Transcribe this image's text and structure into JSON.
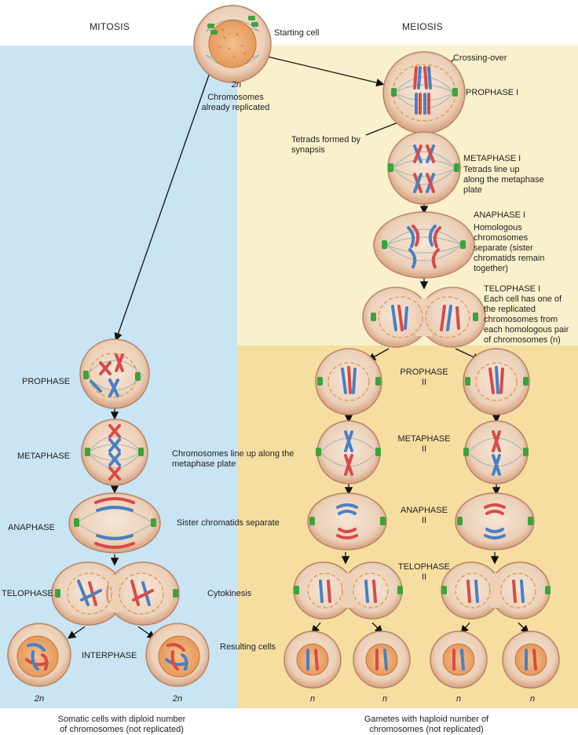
{
  "headers": {
    "mitosis": "MITOSIS",
    "meiosis": "MEIOSIS"
  },
  "start": {
    "label": "Starting cell",
    "ploidy": "2n",
    "note": "Chromosomes\nalready replicated"
  },
  "mitosis": {
    "prophase": "PROPHASE",
    "metaphase": "METAPHASE",
    "metaphase_note": "Chromosomes line up along the\nmetaphase plate",
    "anaphase": "ANAPHASE",
    "anaphase_note": "Sister chromatids separate",
    "telophase": "TELOPHASE",
    "telophase_note": "Cytokinesis",
    "interphase": "INTERPHASE",
    "resulting_note": "Resulting cells",
    "ploidy_left": "2n",
    "ploidy_right": "2n",
    "footer": "Somatic cells with diploid number\nof chromosomes (not replicated)"
  },
  "meiosis": {
    "crossing_over": "Crossing-over",
    "prophase1": "PROPHASE I",
    "tetrads_note": "Tetrads formed by\nsynapsis",
    "metaphase1": "METAPHASE I",
    "metaphase1_note": "Tetrads line up\nalong the metaphase\nplate",
    "anaphase1": "ANAPHASE I",
    "anaphase1_note": "Homologous\nchromosomes\nseparate (sister\nchromatids remain\ntogether)",
    "telophase1": "TELOPHASE I",
    "telophase1_note": "Each cell has one of\nthe replicated\nchromosomes from\neach homologous pair\nof chromosomes (n)",
    "prophase2": "PROPHASE\nII",
    "metaphase2": "METAPHASE\nII",
    "anaphase2": "ANAPHASE\nII",
    "telophase2": "TELOPHASE\nII",
    "ploidy": [
      "n",
      "n",
      "n",
      "n"
    ],
    "footer": "Gametes with haploid number of\nchromosomes (not replicated)"
  },
  "colors": {
    "mitosis_bg": "#c9e4f3",
    "meiosis1_bg": "#fbf0cc",
    "meiosis2_bg": "#f5dea0",
    "cell_outer": "#d9a987",
    "cell_inner": "#f1dccb",
    "nucleus": "#f0b27a",
    "centrosome": "#3ca33c",
    "chromosome_red": "#d94a48",
    "chromosome_blue": "#4a7fc4",
    "spindle": "#7fa6a8"
  }
}
